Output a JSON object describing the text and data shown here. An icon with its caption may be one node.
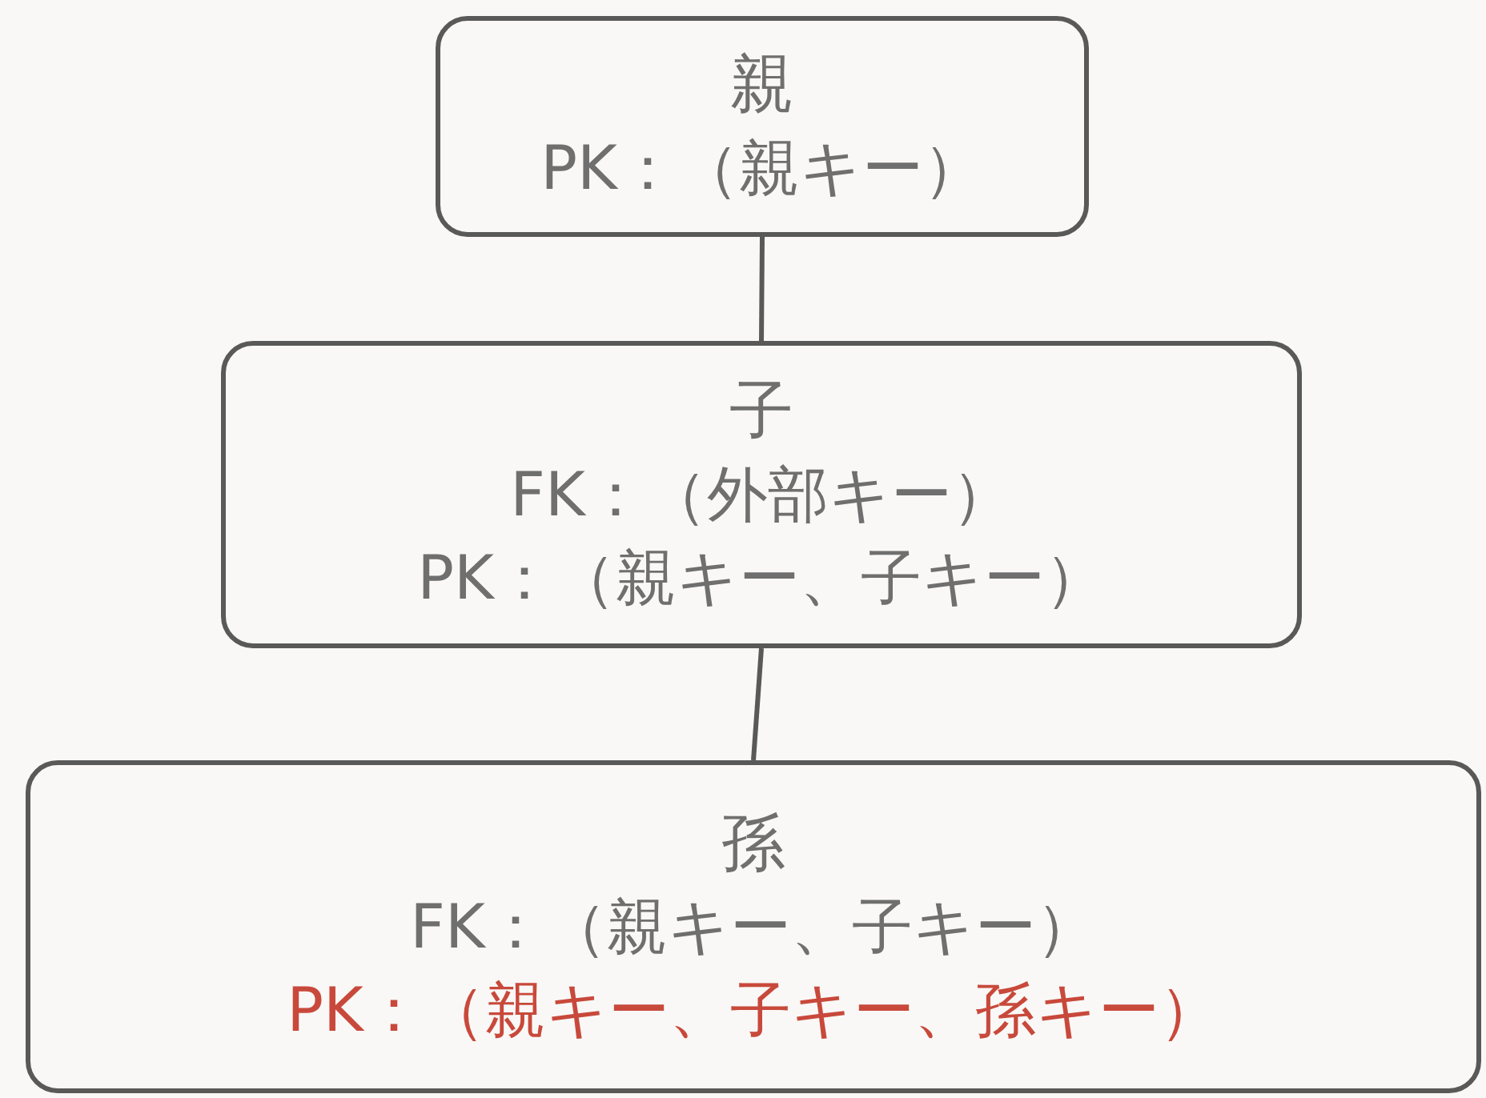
{
  "diagram": {
    "nodes": [
      {
        "text": [
          "親",
          "PK：（親キー）"
        ]
      },
      {
        "text": [
          "子",
          "FK：（外部キー）",
          "PK：（親キー、子キー）"
        ]
      },
      {
        "text": [
          "孫",
          "FK：（親キー、子キー）",
          "PK：（親キー、子キー、孫キー）"
        ]
      }
    ],
    "edges": [
      {
        "from": 0,
        "to": 1,
        "arrow": "none"
      },
      {
        "from": 1,
        "to": 2,
        "arrow": "none"
      }
    ]
  }
}
